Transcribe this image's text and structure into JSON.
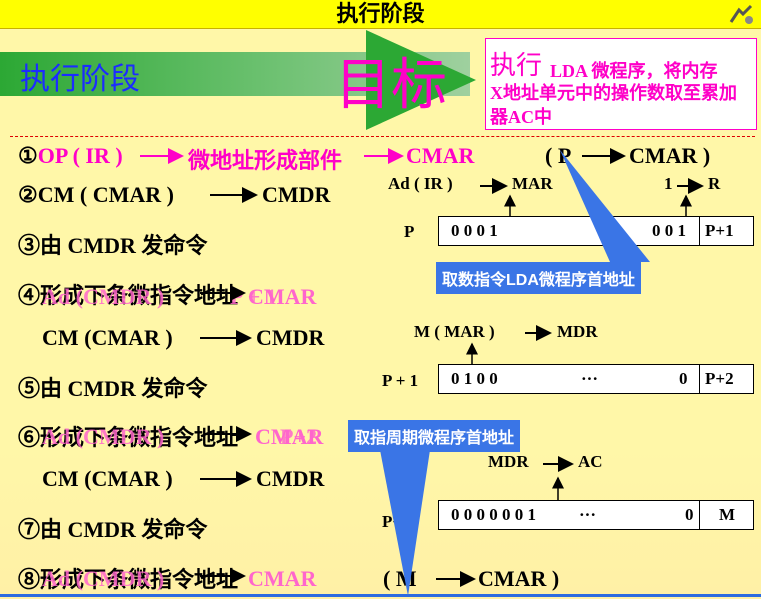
{
  "header": {
    "title": "执行阶段"
  },
  "banner": {
    "label": "执行阶段",
    "goal": "目标",
    "goal_box": {
      "word": "执行",
      "program": "LDA 微程序，将内存",
      "desc": "X地址单元中的操作数取至累加器AC中"
    }
  },
  "steps": {
    "s1": {
      "num": "①",
      "a": "OP ( IR )",
      "b": "微地址形成部件",
      "c": "CMAR",
      "d": "( P",
      "e": "CMAR )"
    },
    "s2": "②CM ( CMAR )",
    "s2b": "CMDR",
    "s3": "③由 CMDR 发命令",
    "s4": "④形成下条微指令地址",
    "s4_over": "Ad (CMDR )",
    "s4_over2": "P + 1",
    "s4_cmar": "CMAR",
    "s4b": "CM (CMAR )",
    "s4c": "CMDR",
    "s5": "⑤由 CMDR 发命令",
    "s6": "⑥形成下条微指令地址",
    "s6_over": "Ad (CMDR )",
    "s6_over2": "P+2",
    "s6_cmar": "CMAR",
    "s6b": "CM (CMAR )",
    "s6c": "CMDR",
    "s7": "⑦由 CMDR 发命令",
    "s8": "⑧形成下条微指令地址",
    "s8_over": "Ad (CMDR )",
    "s8_cmar": "CMAR",
    "s8_m": "( M",
    "s8_end": "CMAR )"
  },
  "micro": {
    "r1": {
      "left": "Ad ( IR )",
      "mid": "MAR",
      "right_a": "1",
      "right_b": "R",
      "addr": "P",
      "bits_a": "0 0 0 1",
      "bits_b": "0 0 1",
      "next": "P+1"
    },
    "r2": {
      "head_a": "M ( MAR )",
      "head_b": "MDR",
      "addr": "P + 1",
      "bits": "0 1 0 0",
      "dots": "···",
      "zero": "0",
      "next": "P+2"
    },
    "r3": {
      "head_a": "MDR",
      "head_b": "AC",
      "addr": "P+2",
      "bits": "0 0 0 0 0 0 1",
      "dots": "···",
      "zero": "0",
      "next": "M"
    }
  },
  "callouts": {
    "c1": "取数指令LDA微程序首地址",
    "c2": "取指周期微程序首地址"
  },
  "colors": {
    "accent": "#ff00c8",
    "callout": "#3a75e6",
    "band": "#2ca834"
  }
}
